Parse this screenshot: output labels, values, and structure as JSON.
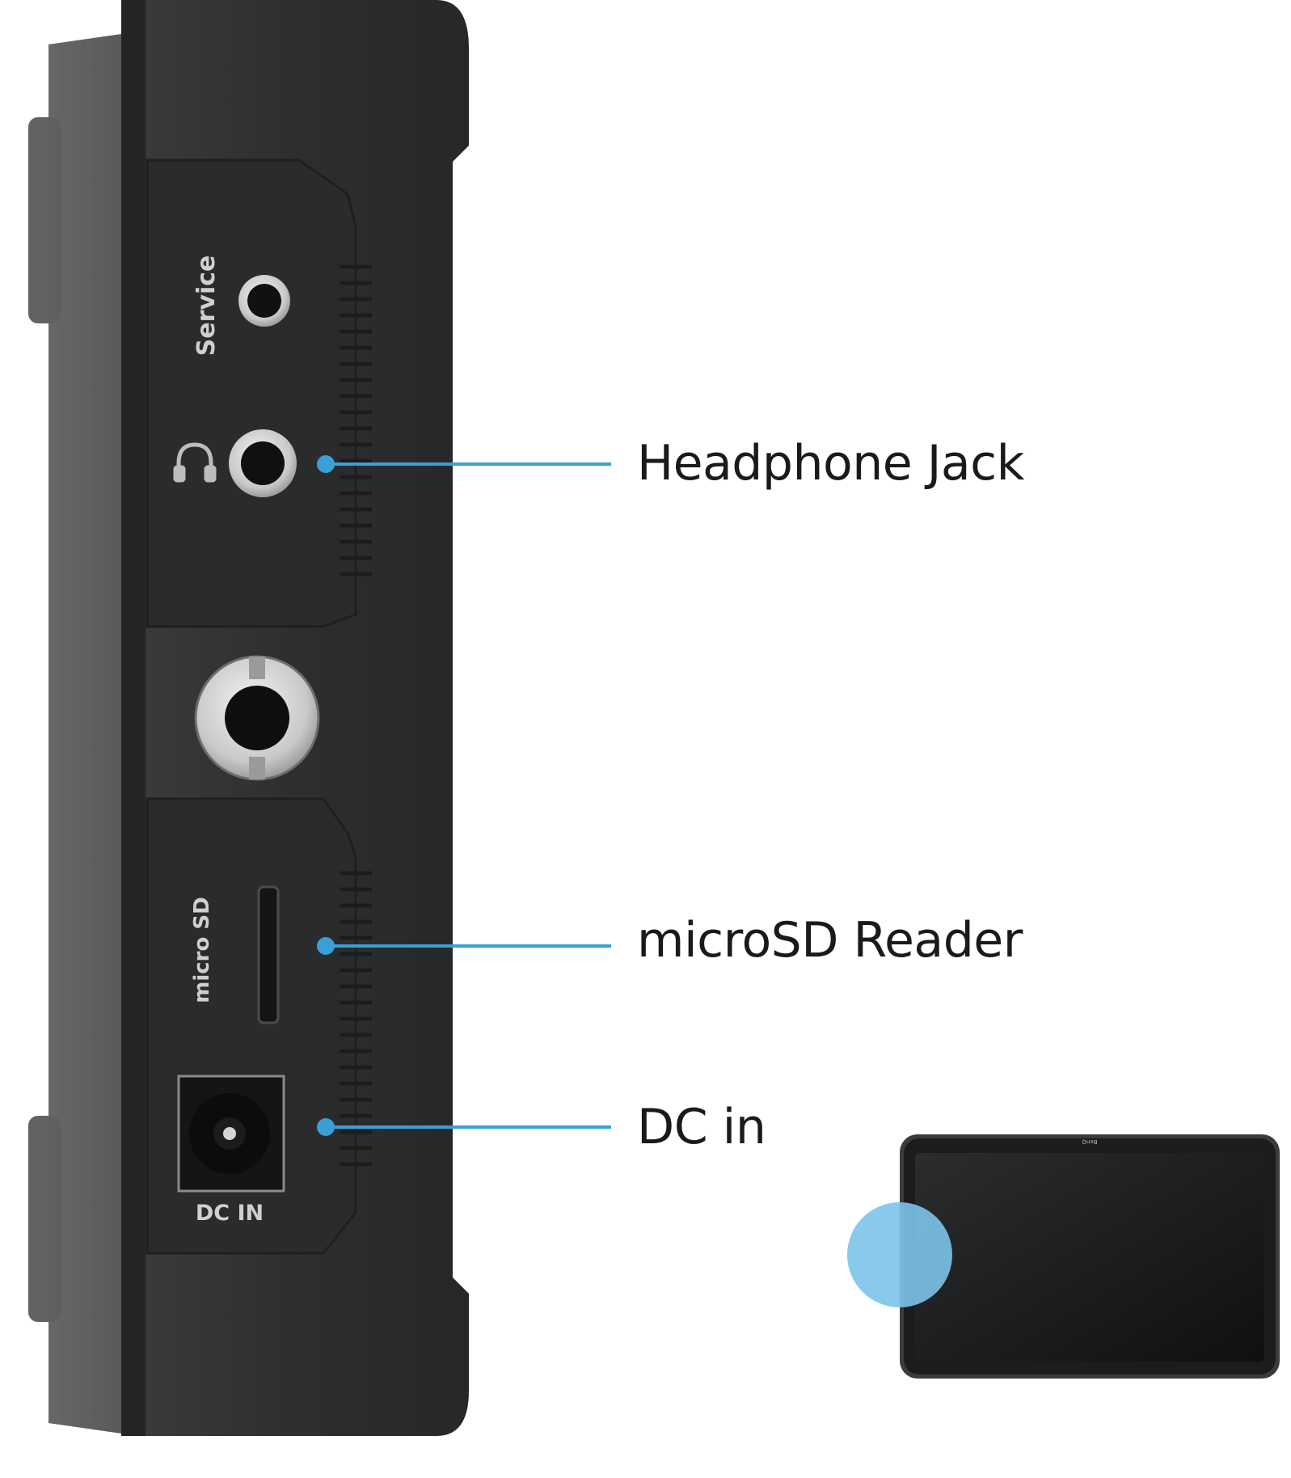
{
  "callouts": {
    "headphone_jack": "Headphone Jack",
    "microsd_reader": "microSD Reader",
    "dc_in": "DC in"
  },
  "device_markings": {
    "service": "Service",
    "dc_in": "DC IN",
    "micro_sd_logo": "micro SD",
    "brand_logo": "BenQ"
  },
  "colors": {
    "callout_line": "#3a9fd6",
    "indicator_circle": "#7cc4ea",
    "body_dark": "#2e2f31",
    "label_text": "#1a1a1a"
  },
  "icons": {
    "headphone": "headphone-icon",
    "microsd": "microsd-logo-icon"
  }
}
